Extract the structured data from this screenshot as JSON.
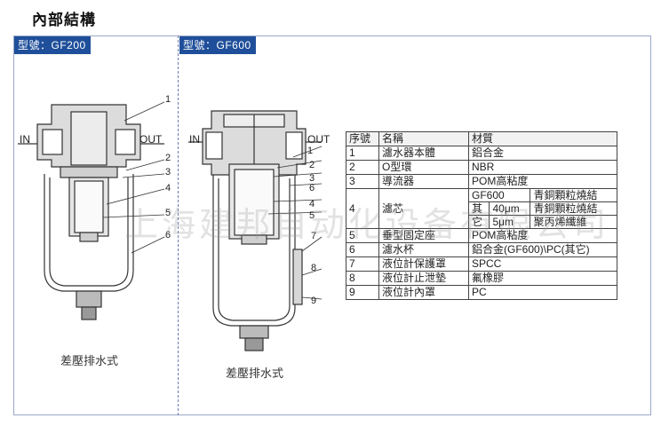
{
  "title": "內部結構",
  "models": {
    "left": "型號：GF200",
    "right": "型號：GF600"
  },
  "port_labels": {
    "in": "IN",
    "out": "OUT"
  },
  "callouts_left": [
    "1",
    "2",
    "3",
    "4",
    "5",
    "6"
  ],
  "callouts_right": [
    "1",
    "2",
    "3",
    "6",
    "4",
    "5",
    "7",
    "8",
    "9"
  ],
  "captions": {
    "left": "差壓排水式",
    "right": "差壓排水式"
  },
  "watermark": "上海建邦自动化设备有限公司",
  "table": {
    "headers": [
      "序號",
      "名稱",
      "材質"
    ],
    "rows": [
      {
        "no": "1",
        "name": "濾水器本體",
        "material": "鋁合金"
      },
      {
        "no": "2",
        "name": "O型環",
        "material": "NBR"
      },
      {
        "no": "3",
        "name": "導流器",
        "material": "POM高粘度"
      }
    ],
    "filter_row": {
      "no": "4",
      "name": "濾芯",
      "gf600_label": "GF600",
      "gf600_material": "青銅顆粒燒結",
      "other_label_1": "其",
      "micron_40": "40μm",
      "micron_40_material": "青銅顆粒燒結",
      "other_label_2": "它",
      "micron_5": "5μm",
      "micron_5_material": "聚丙烯纖維"
    },
    "rows_after": [
      {
        "no": "5",
        "name": "垂型固定座",
        "material": "POM高粘度"
      },
      {
        "no": "6",
        "name": "濾水杯",
        "material": "鋁合金(GF600)\\PC(其它)"
      },
      {
        "no": "7",
        "name": "液位計保護罩",
        "material": "SPCC"
      },
      {
        "no": "8",
        "name": "液位計止泄墊",
        "material": "氟橡膠"
      },
      {
        "no": "9",
        "name": "液位計內罩",
        "material": "PC"
      }
    ]
  }
}
